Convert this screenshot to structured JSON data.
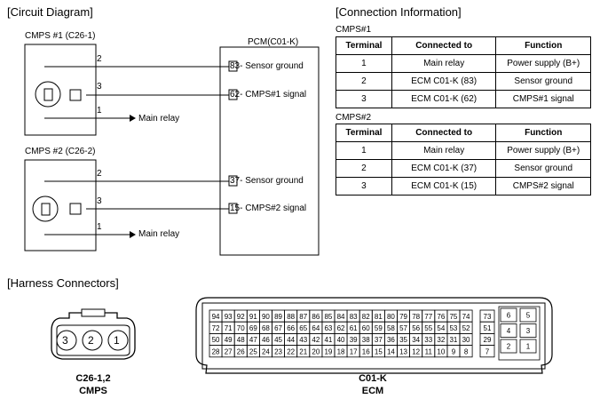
{
  "circuit": {
    "title": "[Circuit Diagram]",
    "cmps1_label": "CMPS #1 (C26-1)",
    "cmps2_label": "CMPS #2 (C26-2)",
    "pcm_label": "PCM(C01-K)",
    "cmps1_pins": [
      "2",
      "3",
      "1"
    ],
    "cmps2_pins": [
      "2",
      "3",
      "1"
    ],
    "pcm_pins": [
      "83",
      "62",
      "37",
      "15"
    ],
    "pcm_signals": [
      "- Sensor ground",
      "- CMPS#1 signal",
      "- Sensor ground",
      "- CMPS#2 signal"
    ],
    "main_relay_1": "Main relay",
    "main_relay_2": "Main relay"
  },
  "connection": {
    "title": "[Connection Information]",
    "headers": [
      "Terminal",
      "Connected to",
      "Function"
    ],
    "cmps1": {
      "label": "CMPS#1",
      "rows": [
        [
          "1",
          "Main relay",
          "Power supply (B+)"
        ],
        [
          "2",
          "ECM C01-K (83)",
          "Sensor ground"
        ],
        [
          "3",
          "ECM C01-K (62)",
          "CMPS#1 signal"
        ]
      ]
    },
    "cmps2": {
      "label": "CMPS#2",
      "rows": [
        [
          "1",
          "Main relay",
          "Power supply (B+)"
        ],
        [
          "2",
          "ECM C01-K (37)",
          "Sensor ground"
        ],
        [
          "3",
          "ECM C01-K (15)",
          "CMPS#2 signal"
        ]
      ]
    }
  },
  "harness": {
    "title": "[Harness Connectors]",
    "cmps_pins": [
      "3",
      "2",
      "1"
    ],
    "cmps_caption_1": "C26-1,2",
    "cmps_caption_2": "CMPS",
    "ecm_caption_1": "C01-K",
    "ecm_caption_2": "ECM",
    "ecm_rows": [
      [
        "94",
        "93",
        "92",
        "91",
        "90",
        "89",
        "88",
        "87",
        "86",
        "85",
        "84",
        "83",
        "82",
        "81",
        "80",
        "79",
        "78",
        "77",
        "76",
        "75",
        "74"
      ],
      [
        "72",
        "71",
        "70",
        "69",
        "68",
        "67",
        "66",
        "65",
        "64",
        "63",
        "62",
        "61",
        "60",
        "59",
        "58",
        "57",
        "56",
        "55",
        "54",
        "53",
        "52"
      ],
      [
        "50",
        "49",
        "48",
        "47",
        "46",
        "45",
        "44",
        "43",
        "42",
        "41",
        "40",
        "39",
        "38",
        "37",
        "36",
        "35",
        "34",
        "33",
        "32",
        "31",
        "30"
      ],
      [
        "28",
        "27",
        "26",
        "25",
        "24",
        "23",
        "22",
        "21",
        "20",
        "19",
        "18",
        "17",
        "16",
        "15",
        "14",
        "13",
        "12",
        "11",
        "10",
        "9",
        "8"
      ]
    ],
    "ecm_col2": [
      "73",
      "51",
      "29",
      "7"
    ],
    "ecm_col3": [
      "6",
      "4",
      "2"
    ],
    "ecm_col4": [
      "5",
      "3",
      "1"
    ]
  }
}
